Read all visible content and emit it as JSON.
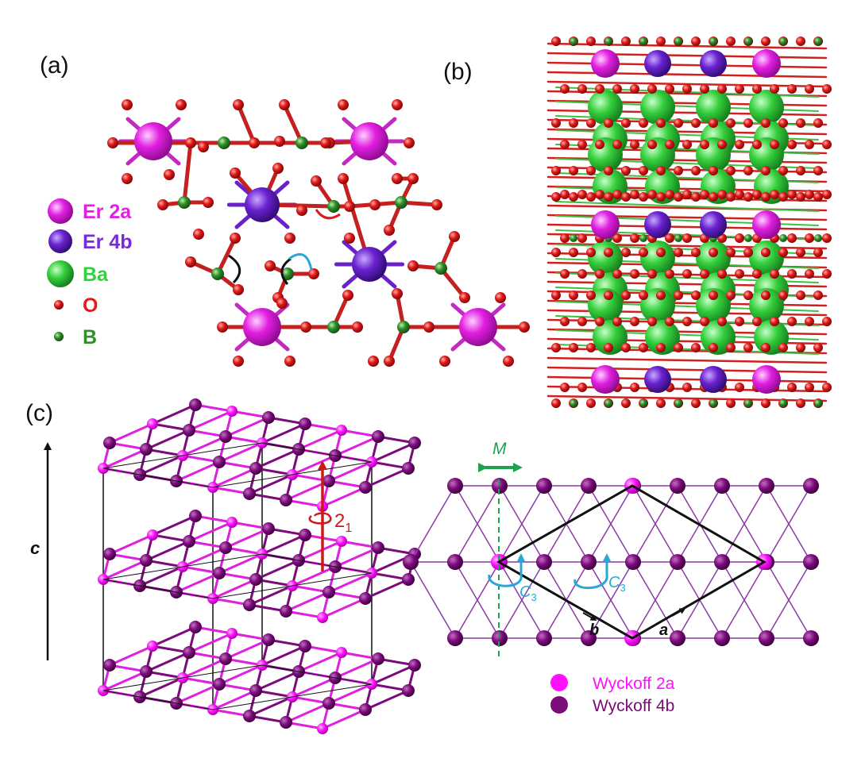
{
  "panels": {
    "a": {
      "label": "(a)"
    },
    "b": {
      "label": "(b)"
    },
    "c": {
      "label": "(c)"
    }
  },
  "legend_a": [
    {
      "text": "Er 2a",
      "color": "#e21fe2"
    },
    {
      "text": "Er 4b",
      "color": "#7a2ad8"
    },
    {
      "text": "Ba",
      "color": "#2fd43a"
    },
    {
      "text": "O",
      "color": "#e21a1a"
    },
    {
      "text": "B",
      "color": "#2f8f2a"
    }
  ],
  "panel_c": {
    "c_axis_label": "c",
    "screw_label_main": "2",
    "screw_label_sub": "1",
    "mirror_label": "M",
    "c3_label_main": "C",
    "c3_label_sub": "3",
    "vec_a": "a",
    "vec_b": "b",
    "legend": [
      {
        "text": "Wyckoff 2a",
        "color": "#ff10ff"
      },
      {
        "text": "Wyckoff 4b",
        "color": "#7b0a7b"
      }
    ]
  },
  "colors": {
    "er2a": "#e21fe2",
    "er4b": "#7a2ad8",
    "ba": "#3bd44a",
    "oxygen": "#dd1a1a",
    "boron": "#2f8f2a",
    "wy2a": "#ff10ff",
    "wy4b": "#7b0a7b",
    "lattice": "#8a3aa8",
    "screw": "#cc1a1a",
    "c3": "#27a9d6",
    "mirror": "#1ea24e"
  }
}
